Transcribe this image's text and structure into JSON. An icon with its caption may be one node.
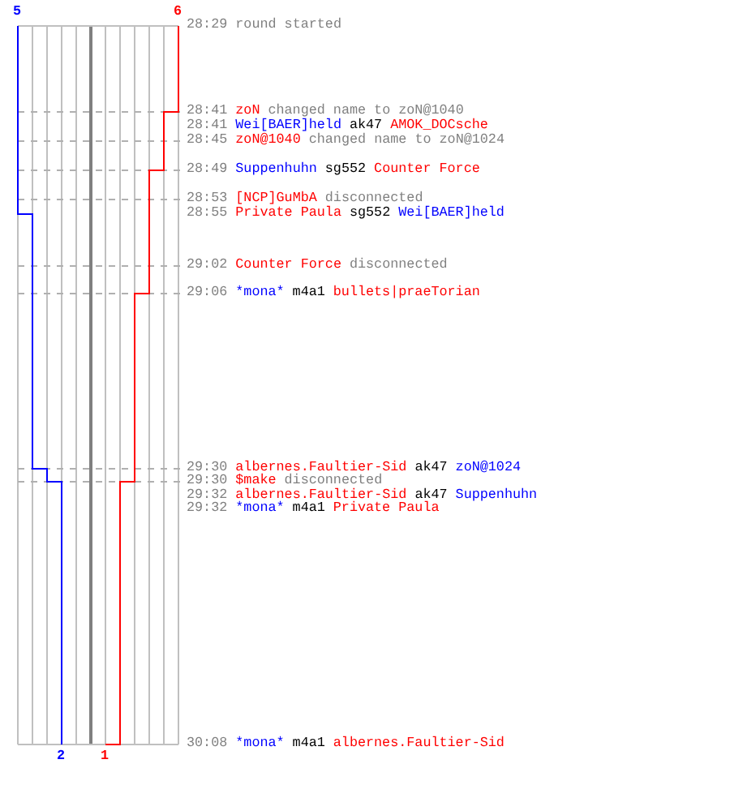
{
  "diagram": {
    "labels": [
      "5",
      "6",
      "28:29",
      "round started",
      "28:41",
      "zoN",
      "changed name to zoN@1040",
      "28:41",
      "Wei[BAER]held",
      "ak47",
      "AMOK_DOCsche",
      "28:45",
      "zoN@1040",
      "changed name to zoN@1024",
      "28:49",
      "Suppenhuhn",
      "sg552",
      "Counter Force",
      "28:53",
      "[NCP]GuMbA",
      "disconnected",
      "28:55",
      "Private Paula",
      "sg552",
      "Wei[BAER]held",
      "29:02",
      "Counter Force",
      "disconnected",
      "29:06",
      "*mona*",
      "m4a1",
      "bullets|praeTorian",
      "29:30",
      "albernes.Faultier-Sid",
      "ak47",
      "zoN@1024",
      "29:30",
      "$make",
      "disconnected",
      "29:32",
      "albernes.Faultier-Sid",
      "ak47",
      "Suppenhuhn",
      "29:32",
      "*mona*",
      "m4a1",
      "Private Paula",
      "30:08",
      "*mona*",
      "m4a1",
      "albernes.Faultier-Sid",
      "2",
      "1"
    ]
  }
}
